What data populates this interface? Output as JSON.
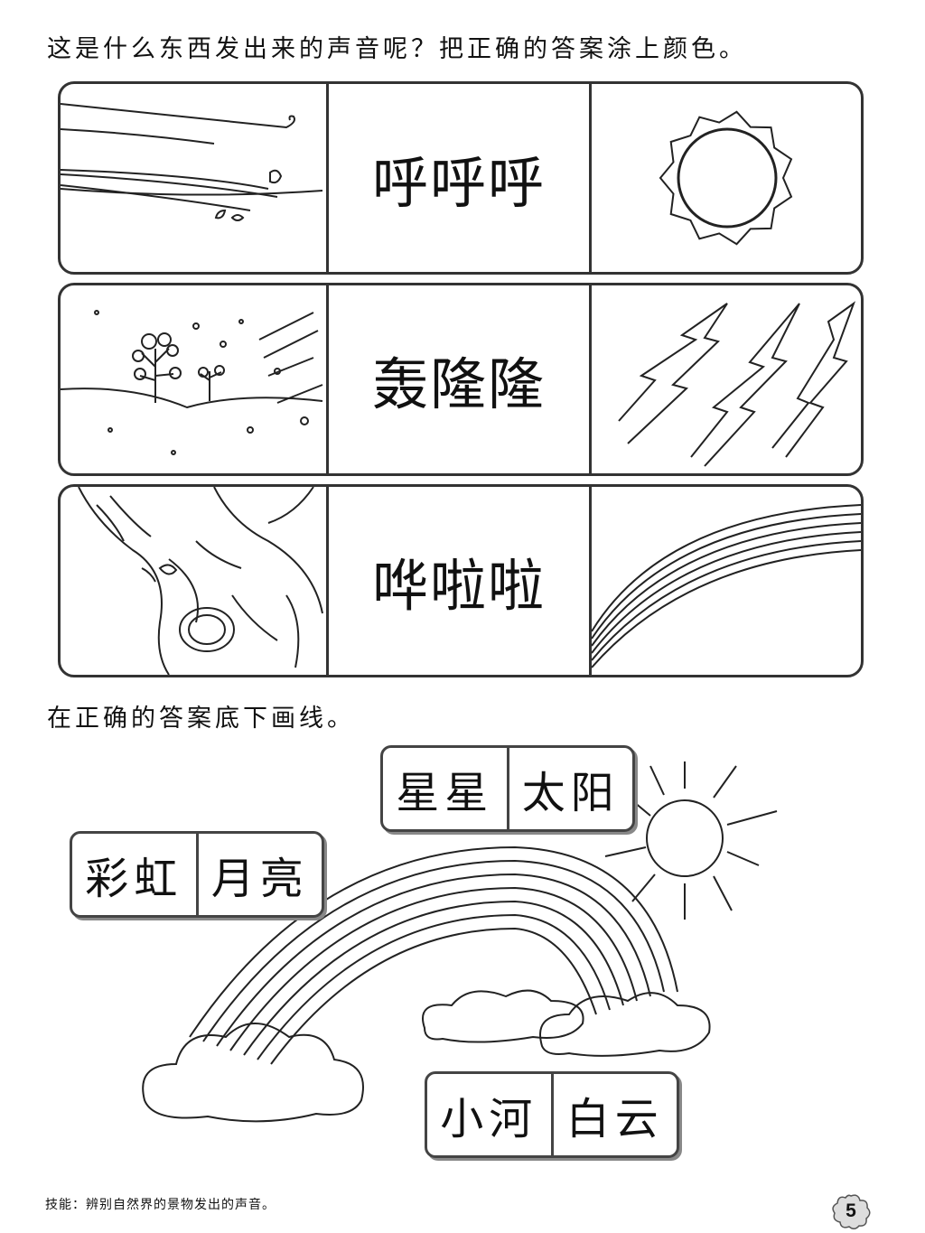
{
  "instructions": {
    "part1": "这是什么东西发出来的声音呢？把正确的答案涂上颜色。",
    "part2": "在正确的答案底下画线。"
  },
  "sound_rows": [
    {
      "left_picture": "wind-icon",
      "sound": "呼呼呼",
      "right_picture": "sun-icon"
    },
    {
      "left_picture": "snow-scene-icon",
      "sound": "轰隆隆",
      "right_picture": "lightning-icon"
    },
    {
      "left_picture": "river-icon",
      "sound": "哗啦啦",
      "right_picture": "rainbow-icon"
    }
  ],
  "underline_options": [
    {
      "left": "星星",
      "right": "太阳"
    },
    {
      "left": "彩虹",
      "right": "月亮"
    },
    {
      "left": "小河",
      "right": "白云"
    }
  ],
  "scene_picture": [
    "rainbow-icon",
    "sun-icon",
    "cloud-icon"
  ],
  "footer": "技能：辨别自然界的景物发出的声音。",
  "page_number": "5"
}
